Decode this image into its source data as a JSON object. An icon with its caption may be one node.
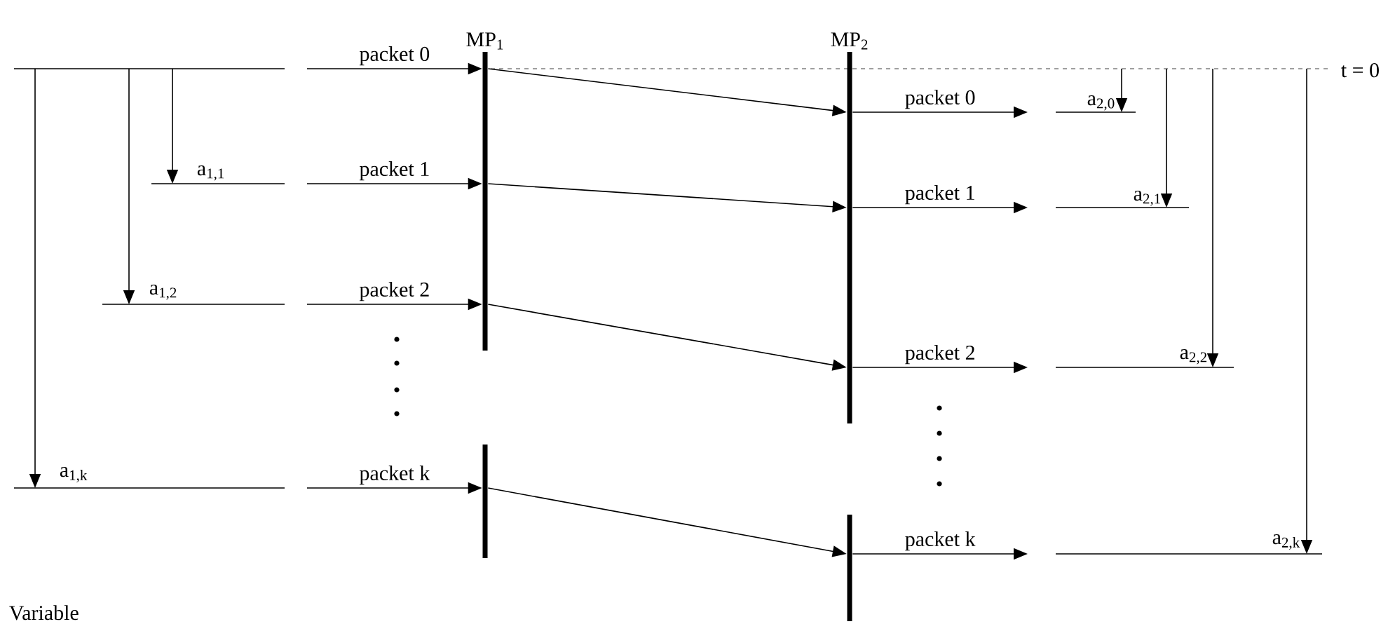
{
  "diagram": {
    "nodes": [
      {
        "text": [
          "MP$_{1}$"
        ]
      },
      {
        "text": [],
        "shape": "bar"
      },
      {
        "text": [
          "MP$_{2}$"
        ]
      },
      {
        "text": [],
        "shape": "bar"
      }
    ],
    "edges": [
      {
        "from": null,
        "to": 0,
        "arrow": "to",
        "label": "packet 0"
      },
      {
        "from": 0,
        "to": 2,
        "arrow": "to"
      },
      {
        "from": 2,
        "to": null,
        "arrow": "to",
        "label": "packet 0"
      },
      {
        "from": null,
        "to": 0,
        "arrow": "to",
        "label": "packet 1"
      },
      {
        "from": 0,
        "to": 2,
        "arrow": "to"
      },
      {
        "from": 2,
        "to": null,
        "arrow": "to",
        "label": "packet 1"
      },
      {
        "from": null,
        "to": 0,
        "arrow": "to",
        "label": "packet 2"
      },
      {
        "from": 0,
        "to": 2,
        "arrow": "to"
      },
      {
        "from": 2,
        "to": null,
        "arrow": "to",
        "label": "packet 2"
      },
      {
        "from": null,
        "to": 1,
        "arrow": "to",
        "label": "packet k"
      },
      {
        "from": 1,
        "to": 3,
        "arrow": "to"
      },
      {
        "from": 3,
        "to": null,
        "arrow": "to",
        "label": "packet k"
      }
    ],
    "labels": [
      "t = 0",
      "a$_{2,0}$",
      "a$_{1,1}$",
      "a$_{2,1}$",
      "a$_{1,2}$",
      "a$_{2,2}$",
      "a$_{1,k}$",
      "a$_{2,k}$",
      "Variable"
    ]
  }
}
